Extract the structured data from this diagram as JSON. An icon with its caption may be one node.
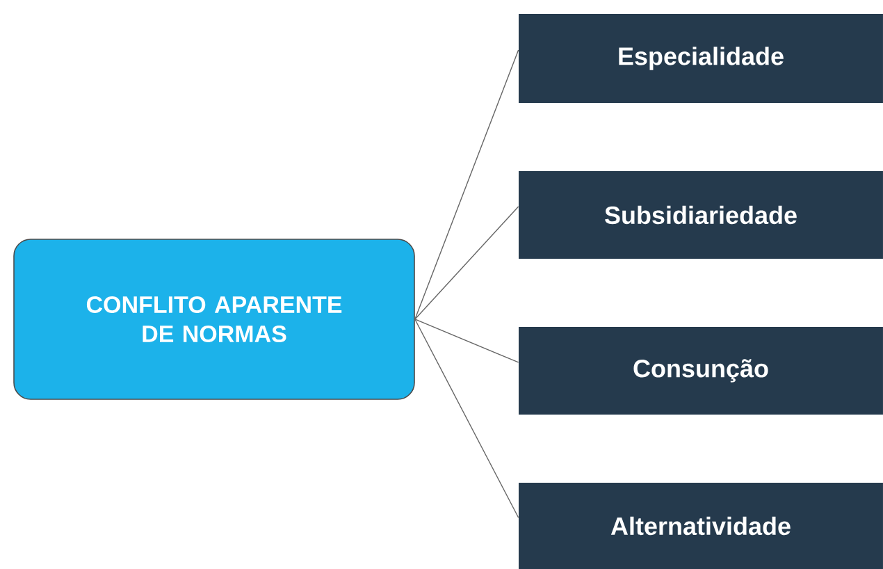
{
  "diagram": {
    "nodes": [
      {
        "text": [
          "CONFLITO APARENTE DE NORMAS"
        ]
      },
      {
        "text": [
          "Especialidade"
        ]
      },
      {
        "text": [
          "Subsidiariedade"
        ]
      },
      {
        "text": [
          "Consunção"
        ]
      },
      {
        "text": [
          "Alternatividade"
        ]
      }
    ],
    "edges": [
      {
        "from": 0,
        "to": 1,
        "arrow": "none"
      },
      {
        "from": 0,
        "to": 2,
        "arrow": "none"
      },
      {
        "from": 0,
        "to": 3,
        "arrow": "none"
      },
      {
        "from": 0,
        "to": 4,
        "arrow": "none"
      }
    ]
  }
}
